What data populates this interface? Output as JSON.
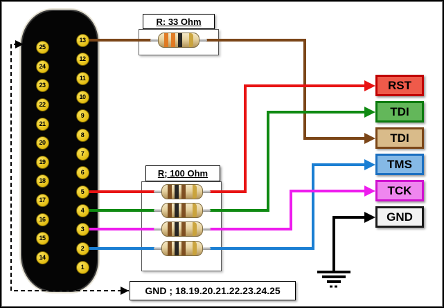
{
  "connector": {
    "right_pins": [
      "13",
      "12",
      "11",
      "10",
      "9",
      "8",
      "7",
      "6",
      "5",
      "4",
      "3",
      "2",
      "1"
    ],
    "left_pins": [
      "25",
      "24",
      "23",
      "22",
      "21",
      "20",
      "19",
      "18",
      "17",
      "16",
      "15",
      "14"
    ]
  },
  "resistor_33": {
    "label": "R: 33 Ohm"
  },
  "resistor_100": {
    "label": "R; 100 Ohm"
  },
  "gnd_note": {
    "label": "GND ; 18.19.20.21.22.23.24.25"
  },
  "signals": [
    {
      "label": "RST",
      "wire": "#e81313",
      "fill": "#ef5a4a",
      "border": "#c00000"
    },
    {
      "label": "TDI",
      "wire": "#0f8a12",
      "fill": "#63b75a",
      "border": "#0b7a0e"
    },
    {
      "label": "TDI",
      "wire": "#7b4618",
      "fill": "#d9bb8a",
      "border": "#7b4618"
    },
    {
      "label": "TMS",
      "wire": "#1b7fd3",
      "fill": "#85b9e6",
      "border": "#1b6fc0"
    },
    {
      "label": "TCK",
      "wire": "#ee1cee",
      "fill": "#ef86ef",
      "border": "#cf12cf"
    },
    {
      "label": "GND",
      "wire": "#000000",
      "fill": "#f2f2f2",
      "border": "#1a1a1a"
    }
  ]
}
